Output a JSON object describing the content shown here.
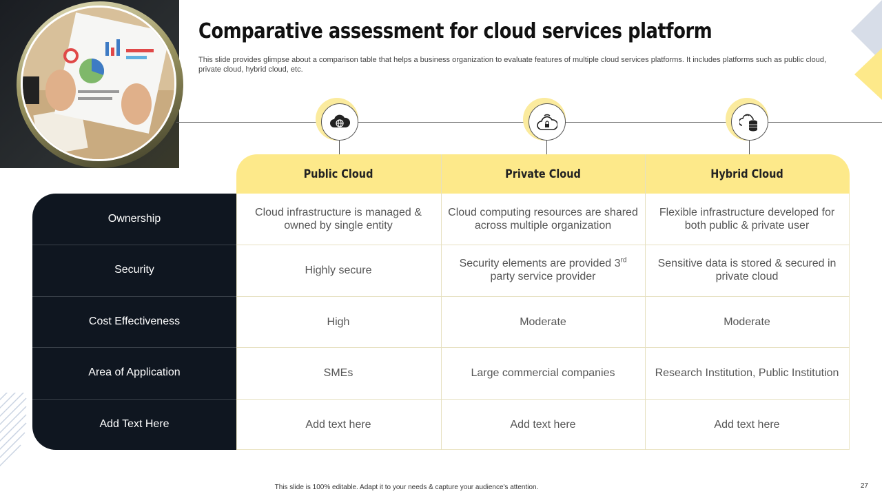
{
  "slide": {
    "title": "Comparative assessment for cloud services platform",
    "subtitle": "This slide provides glimpse about a comparison table that helps a business organization to evaluate features of multiple cloud services platforms. It includes platforms such as public cloud, private cloud, hybrid cloud, etc.",
    "footer": "This slide is 100% editable.  Adapt it to your needs & capture your audience's attention.",
    "page_number": "27"
  },
  "colors": {
    "accent_yellow": "#fde98a",
    "dark_panel": "#0f1620"
  },
  "columns": [
    {
      "label": "Public Cloud",
      "icon": "cloud-globe-icon"
    },
    {
      "label": "Private Cloud",
      "icon": "cloud-lock-wifi-icon"
    },
    {
      "label": "Hybrid Cloud",
      "icon": "cloud-database-icon"
    }
  ],
  "rows": [
    {
      "label": "Ownership",
      "cells": [
        "Cloud infrastructure  is managed & owned by single entity",
        "Cloud computing resources are shared across multiple organization",
        "Flexible infrastructure  developed for both public & private user"
      ]
    },
    {
      "label": "Security",
      "cells": [
        "Highly secure",
        "Security elements are provided 3",
        "Sensitive data is stored & secured in private cloud"
      ],
      "private_security_sup": "rd",
      "private_security_tail": " party service provider"
    },
    {
      "label": "Cost Effectiveness",
      "cells": [
        "High",
        "Moderate",
        "Moderate"
      ]
    },
    {
      "label": "Area of Application",
      "cells": [
        "SMEs",
        "Large commercial companies",
        "Research Institution,  Public Institution"
      ]
    },
    {
      "label": "Add Text Here",
      "cells": [
        "Add text here",
        "Add text here",
        "Add text here"
      ]
    }
  ]
}
